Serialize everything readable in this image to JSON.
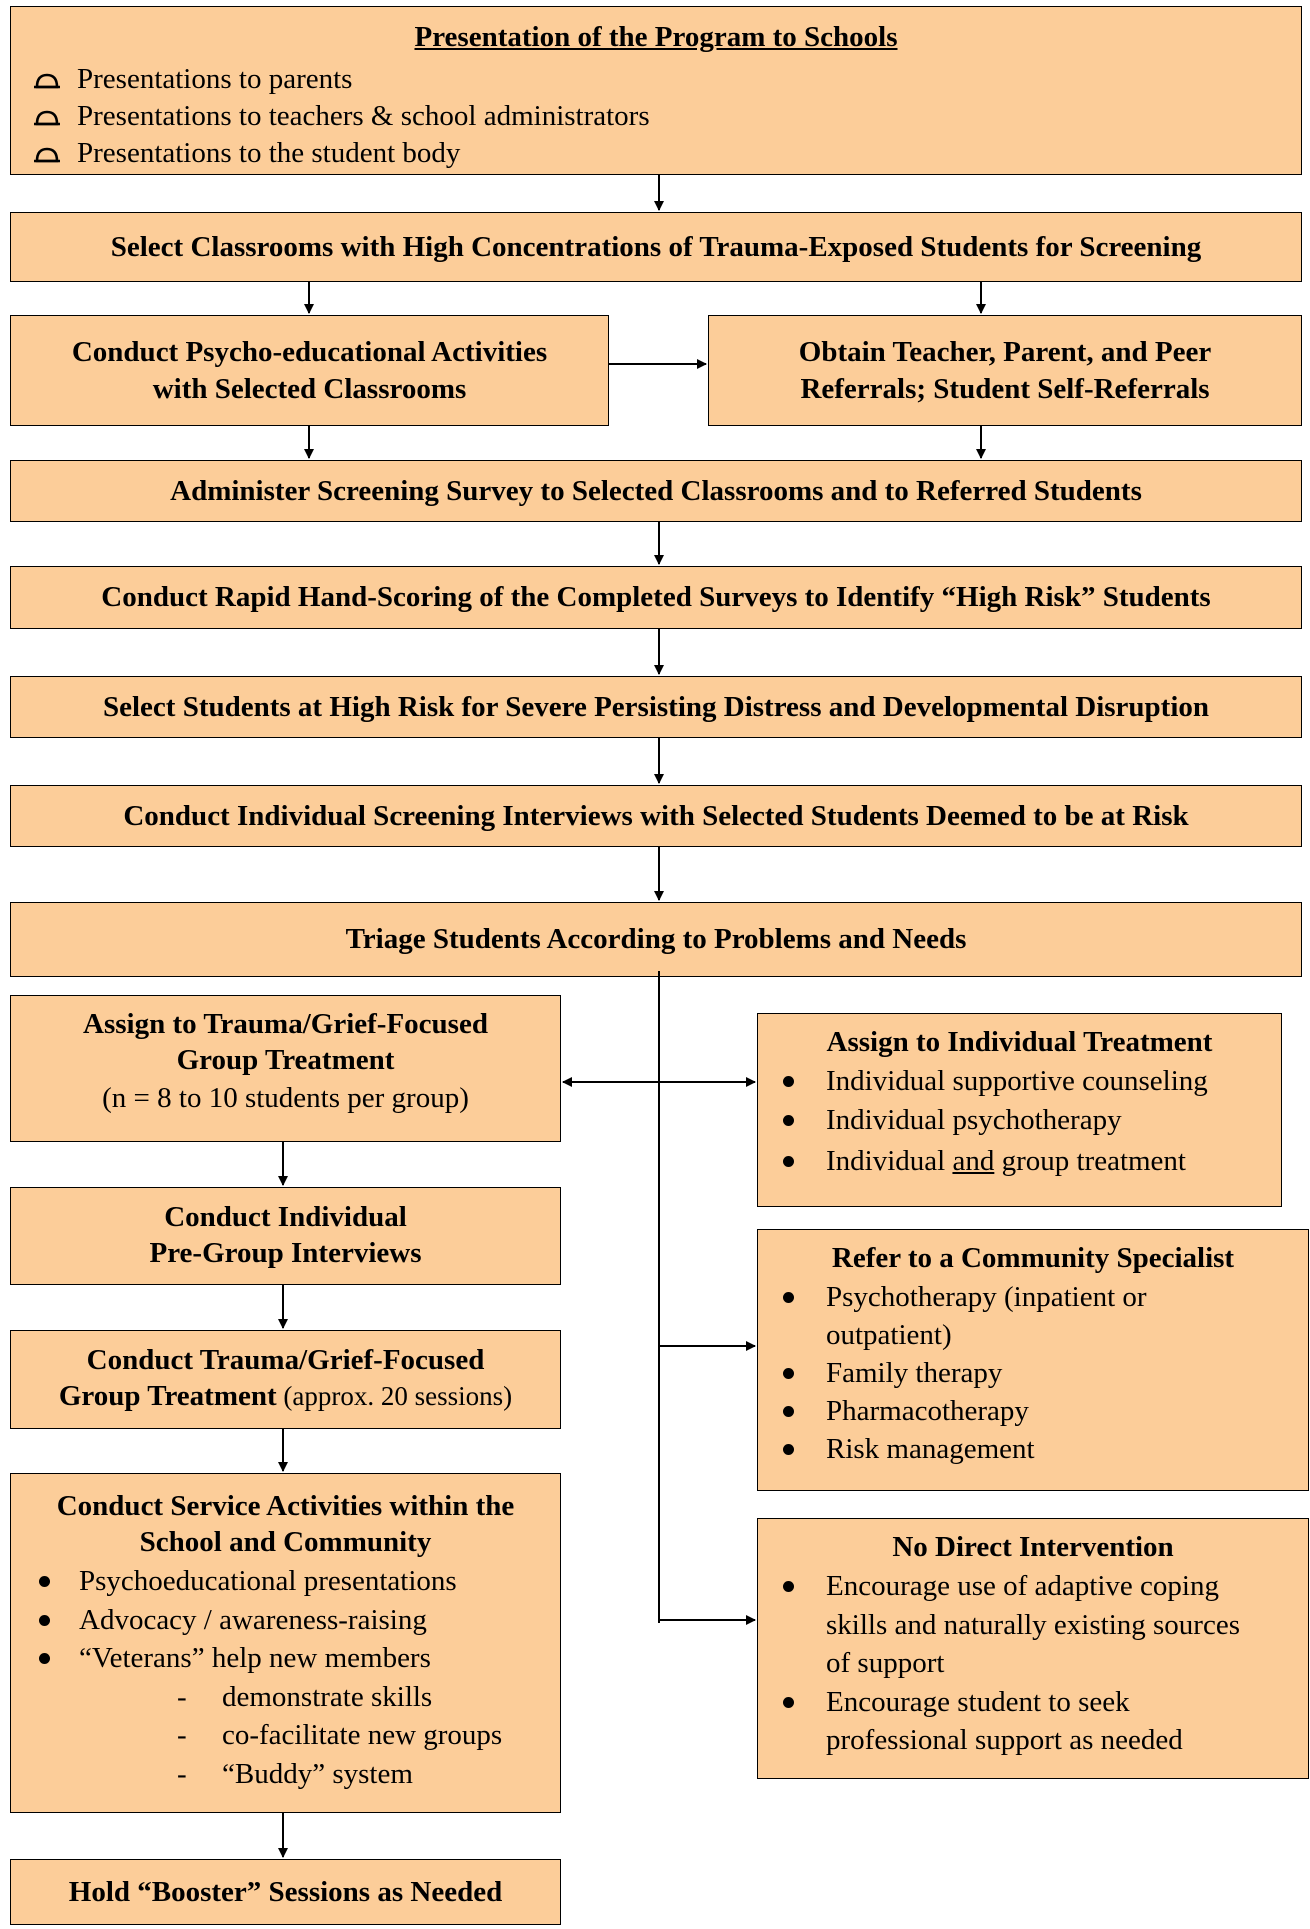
{
  "presentation": {
    "title": "Presentation of the Program to Schools",
    "items": [
      "Presentations to parents",
      "Presentations to teachers & school administrators",
      "Presentations to the student body"
    ]
  },
  "select_classrooms": "Select Classrooms with High Concentrations of Trauma-Exposed Students for Screening",
  "psychoeducational": [
    "Conduct Psycho-educational Activities",
    "with Selected Classrooms"
  ],
  "referrals": [
    "Obtain Teacher, Parent, and Peer",
    "Referrals; Student Self-Referrals"
  ],
  "administer": "Administer Screening Survey to Selected Classrooms and to Referred Students",
  "scoring": "Conduct Rapid Hand-Scoring of the Completed Surveys to Identify “High Risk” Students",
  "select_students": "Select Students at High Risk for Severe Persisting Distress and Developmental Disruption",
  "interviews": "Conduct Individual Screening Interviews with Selected Students Deemed to be at Risk",
  "triage": "Triage Students According to Problems and Needs",
  "group_assign": {
    "line1": "Assign to Trauma/Grief-Focused",
    "line2": "Group Treatment",
    "line3": "(n = 8 to 10 students per group)"
  },
  "pregroup": [
    "Conduct Individual",
    "Pre-Group Interviews"
  ],
  "group_treatment": {
    "line1": "Conduct Trauma/Grief-Focused",
    "bold": "Group Treatment",
    "normal": " (approx. 20 sessions)"
  },
  "service": {
    "title1": "Conduct Service Activities within the",
    "title2": "School and Community",
    "items": [
      "Psychoeducational presentations",
      "Advocacy / awareness-raising",
      "“Veterans” help new members"
    ],
    "subitems": [
      "demonstrate skills",
      "co-facilitate new groups",
      "“Buddy” system"
    ]
  },
  "booster": "Hold “Booster” Sessions as Needed",
  "individual": {
    "title": "Assign to Individual Treatment",
    "items": [
      "Individual supportive counseling",
      "Individual psychotherapy"
    ],
    "item3_a": "Individual ",
    "item3_b": "and",
    "item3_c": " group treatment"
  },
  "community": {
    "title": "Refer to a Community Specialist",
    "item1a": "Psychotherapy (inpatient or",
    "item1b": "outpatient)",
    "items": [
      "Family therapy",
      "Pharmacotherapy",
      "Risk management"
    ]
  },
  "no_direct": {
    "title": "No Direct Intervention",
    "item1": [
      "Encourage use of adaptive coping",
      "skills and naturally existing sources",
      "of support"
    ],
    "item2": [
      "Encourage student to seek",
      "professional support as needed"
    ]
  }
}
